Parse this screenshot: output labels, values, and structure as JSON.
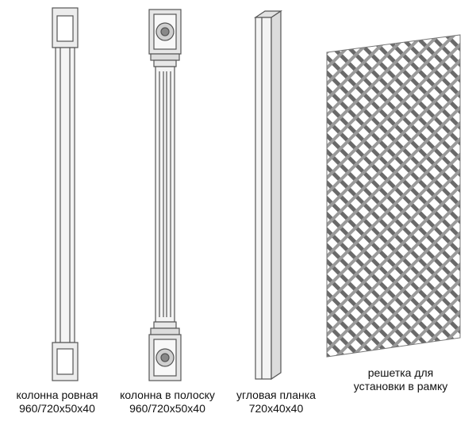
{
  "items": [
    {
      "name": "колонна ровная",
      "size": "960/720х50х40"
    },
    {
      "name": "колонна в полоску",
      "size": "960/720х50х40"
    },
    {
      "name": "угловая планка",
      "size": "720х40х40"
    },
    {
      "name": "решетка для",
      "size": "установки в рамку"
    }
  ],
  "colors": {
    "outline": "#555555",
    "panel": "#f2f2f2",
    "shade": "#d6d6d6",
    "lattice": "#6a6a6a"
  }
}
